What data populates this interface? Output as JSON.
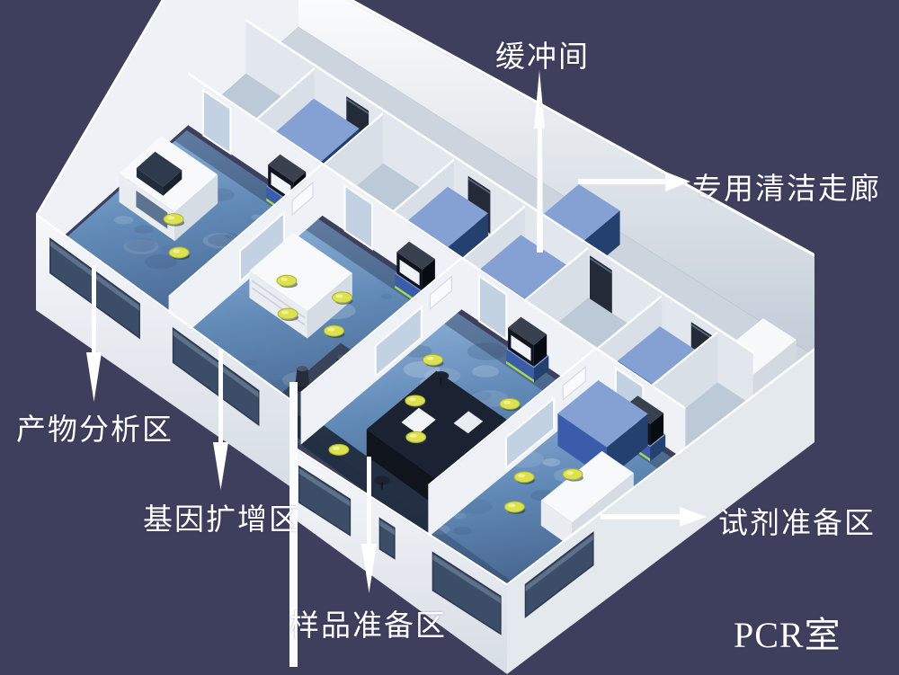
{
  "page": {
    "background": "#3e3f5d"
  },
  "labels": {
    "buffer_room": "缓冲间",
    "clean_corridor": "专用清洁走廊",
    "product_analysis": "产物分析区",
    "gene_amplification": "基因扩增区",
    "sample_preparation": "样品准备区",
    "reagent_preparation": "试剂准备区",
    "room_title": "PCR室"
  },
  "icons": {
    "arrow_style": "white-leader-arrow"
  },
  "colors": {
    "background": "#3e3f5d",
    "wall_bright": "#ffffff",
    "wall_light": "#eef1f5",
    "wall_mid": "#e2e7ed",
    "wall_shade": "#d9dfe6",
    "floor_dark": "#1f2838",
    "corridor_floor": "#ccd5de",
    "buffer_floor": "#bccad8",
    "cabinet_blue": "#3a5cab",
    "cabinet_blue_dark": "#24406f",
    "cabinet_blue_top": "#85a0d2",
    "glass_blue": "#c2d2e2",
    "door_dark": "#232a38",
    "equipment_dark": "#10151f",
    "accent_green": "#a6d84e",
    "stool_yellow": "#dde14d",
    "window_dark": "#3c4d68",
    "label_text": "#ffffff"
  }
}
